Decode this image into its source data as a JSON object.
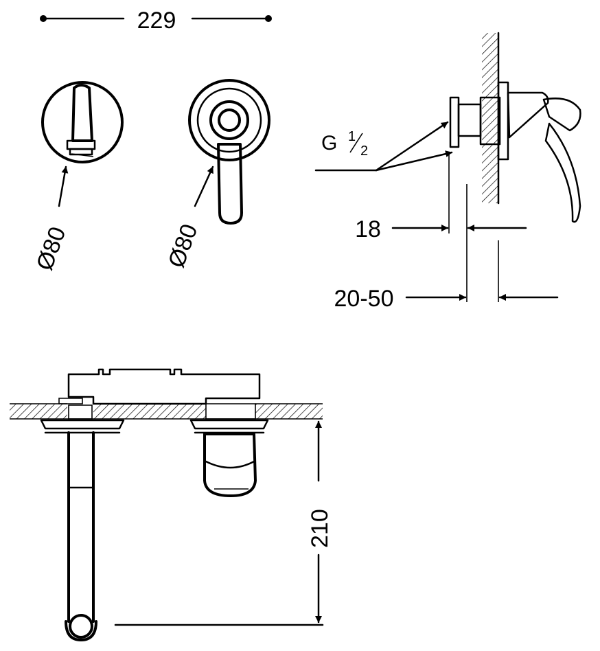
{
  "drawing": {
    "dimensions": {
      "overall_width": "229",
      "left_diameter": "Ø80",
      "right_diameter": "Ø80",
      "thread": "G",
      "thread_fraction_num": "1",
      "thread_fraction_den": "2",
      "depth_18": "18",
      "depth_range": "20-50",
      "height": "210"
    }
  }
}
